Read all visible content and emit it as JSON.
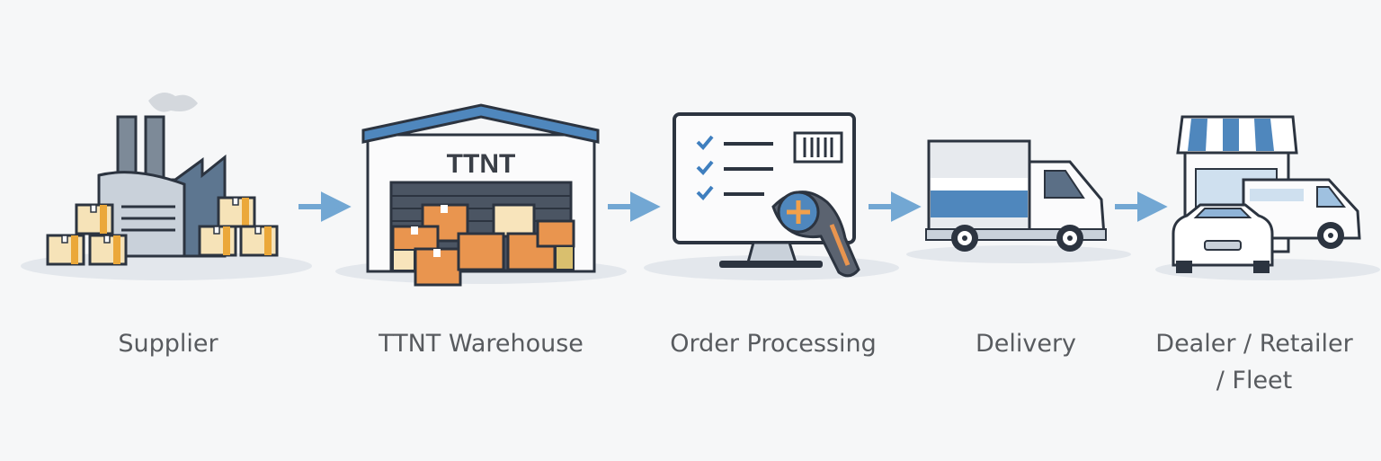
{
  "steps": [
    {
      "label": "Supplier",
      "icon": "factory-icon"
    },
    {
      "label": "TTNT Warehouse",
      "icon": "warehouse-icon",
      "sign": "TTNT"
    },
    {
      "label": "Order Processing",
      "icon": "computer-scanner-icon"
    },
    {
      "label": "Delivery",
      "icon": "truck-icon"
    },
    {
      "label_line1": "Dealer / Retailer",
      "label_line2": "/ Fleet",
      "icon": "store-vehicles-icon"
    }
  ],
  "colors": {
    "accent": "#5b93c7",
    "arrow": "#72a7d3",
    "box": "#e9954f",
    "outline": "#2c3440"
  }
}
